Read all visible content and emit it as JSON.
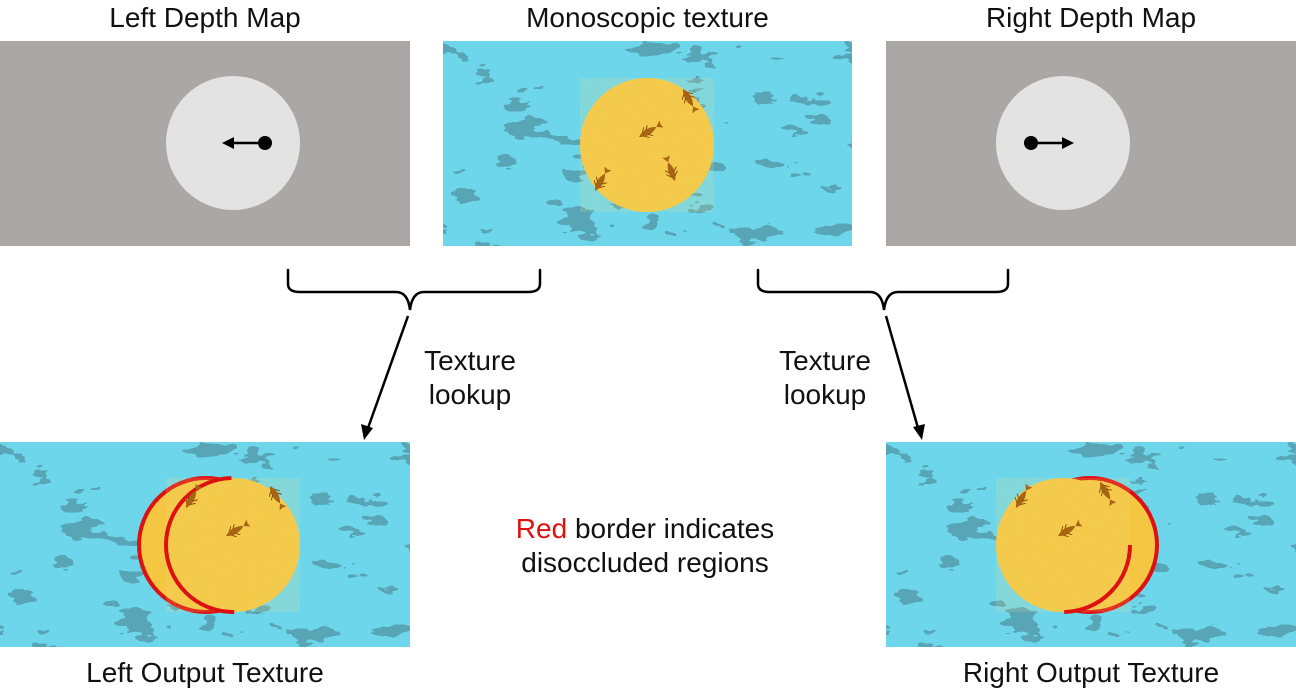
{
  "titles": {
    "left_depth": "Left Depth Map",
    "mono": "Monoscopic texture",
    "right_depth": "Right Depth Map",
    "left_output": "Left Output Texture",
    "right_output": "Right Output Texture"
  },
  "lookup": {
    "left_line1": "Texture",
    "left_line2": "lookup",
    "right_line1": "Texture",
    "right_line2": "lookup"
  },
  "note": {
    "red_word": "Red",
    "rest_line1": " border indicates",
    "line2": "disoccluded regions"
  },
  "colors": {
    "depth_bg": "#aaa7a6",
    "depth_circle": "#e4e3e3",
    "disc_fill": "#f4c642",
    "disocclusion_border": "#dd1111",
    "water_dark": "#1f6f86",
    "water_light": "#e8f1f4"
  },
  "arrows": {
    "left_depth_arrow_direction": "left",
    "right_depth_arrow_direction": "right"
  }
}
